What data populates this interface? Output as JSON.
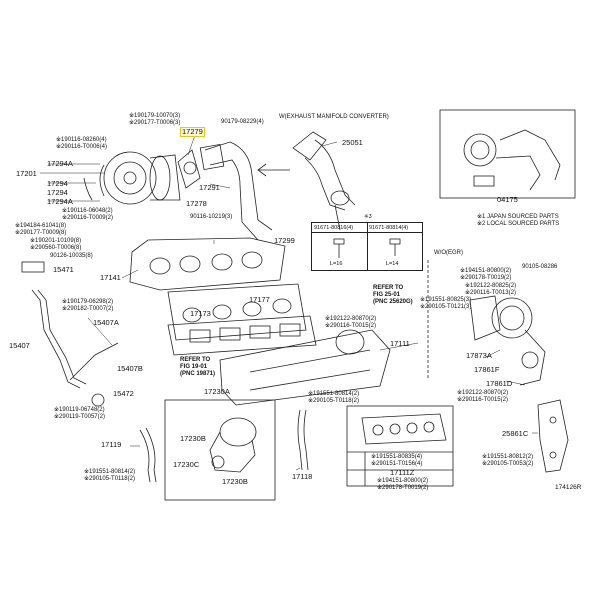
{
  "colors": {
    "line": "#222222",
    "highlight": "#f0c419"
  },
  "diagram_id": "174126R",
  "highlighted_part": "17279",
  "notes": [
    "※1 JAPAN SOURCED PARTS",
    "※2 LOCAL SOURCED PARTS"
  ],
  "sections": {
    "exhaust_converter": "W(EXHAUST MANIFOLD CONVERTER)",
    "wo_egr": "W/O(EGR)"
  },
  "refs": {
    "ref1": [
      "REFER TO",
      "FIG 25-01",
      "(PNC 25620G)"
    ],
    "ref2": [
      "REFER TO",
      "FIG 19-01",
      "(PNC 19871)"
    ]
  },
  "table": {
    "header": "※3",
    "rows": [
      [
        "91671-80816(4)",
        "91671-80814(4)"
      ]
    ],
    "dims": [
      "L=16",
      "L=14"
    ]
  },
  "labels": [
    "※190179-10070(3)",
    "※290177-T0006(3)",
    "90179-08229(4)",
    "17279",
    "※190116-08260(4)",
    "※290116-T0006(4)",
    "17294A",
    "17201",
    "17294",
    "17294",
    "17294A",
    "※190116-06048(2)",
    "※290116-T0009(2)",
    "17278",
    "17291",
    "90116-10219(3)",
    "25051",
    "17299",
    "※194184-61041(8)",
    "※290177-T0009(8)",
    "※190201-10109(8)",
    "※290560-T0006(8)",
    "90126-10035(8)",
    "15471",
    "17141",
    "17177",
    "17173",
    "※190179-06298(2)",
    "※290182-T0007(2)",
    "15407A",
    "15407",
    "15407B",
    "15472",
    "※190119-06748(2)",
    "※290119-T0057(2)",
    "17119",
    "17230A",
    "17230B",
    "17230C",
    "17230B",
    "※191551-80814(2)",
    "※290105-T0118(2)",
    "17118",
    "※191551-80814(2)",
    "※290105-T0118(2)",
    "17111",
    "※192122-80870(2)",
    "※290116-T0015(2)",
    "17111Z",
    "※191551-80835(4)",
    "※290151-T0156(4)",
    "※194151-80800(2)",
    "※290178-T0019(2)",
    "04175",
    "※194151-80800(2)",
    "※290178-T0019(2)",
    "90105-08286",
    "※192122-80825(2)",
    "※290116-T0013(2)",
    "※191551-80825(3)",
    "※290105-T0121(3)",
    "17873A",
    "17861F",
    "17861D",
    "※192122-80870(2)",
    "※290116-T0015(2)",
    "25861C",
    "※191551-80812(2)",
    "※290105-T0053(2)"
  ]
}
